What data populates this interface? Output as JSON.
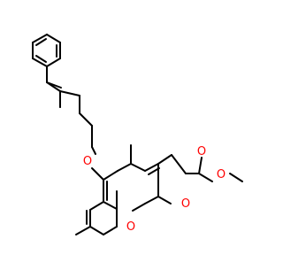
{
  "molecule": {
    "atom_labels": {
      "ether_oxygen": "O",
      "ring_oxygen": "O",
      "carbonyl_oxygen": "O",
      "ester_carbonyl_oxygen": "O",
      "ester_oxygen": "O"
    },
    "colors": {
      "bond": "#000000",
      "oxygen": "#ff0000",
      "background": "#ffffff"
    }
  }
}
